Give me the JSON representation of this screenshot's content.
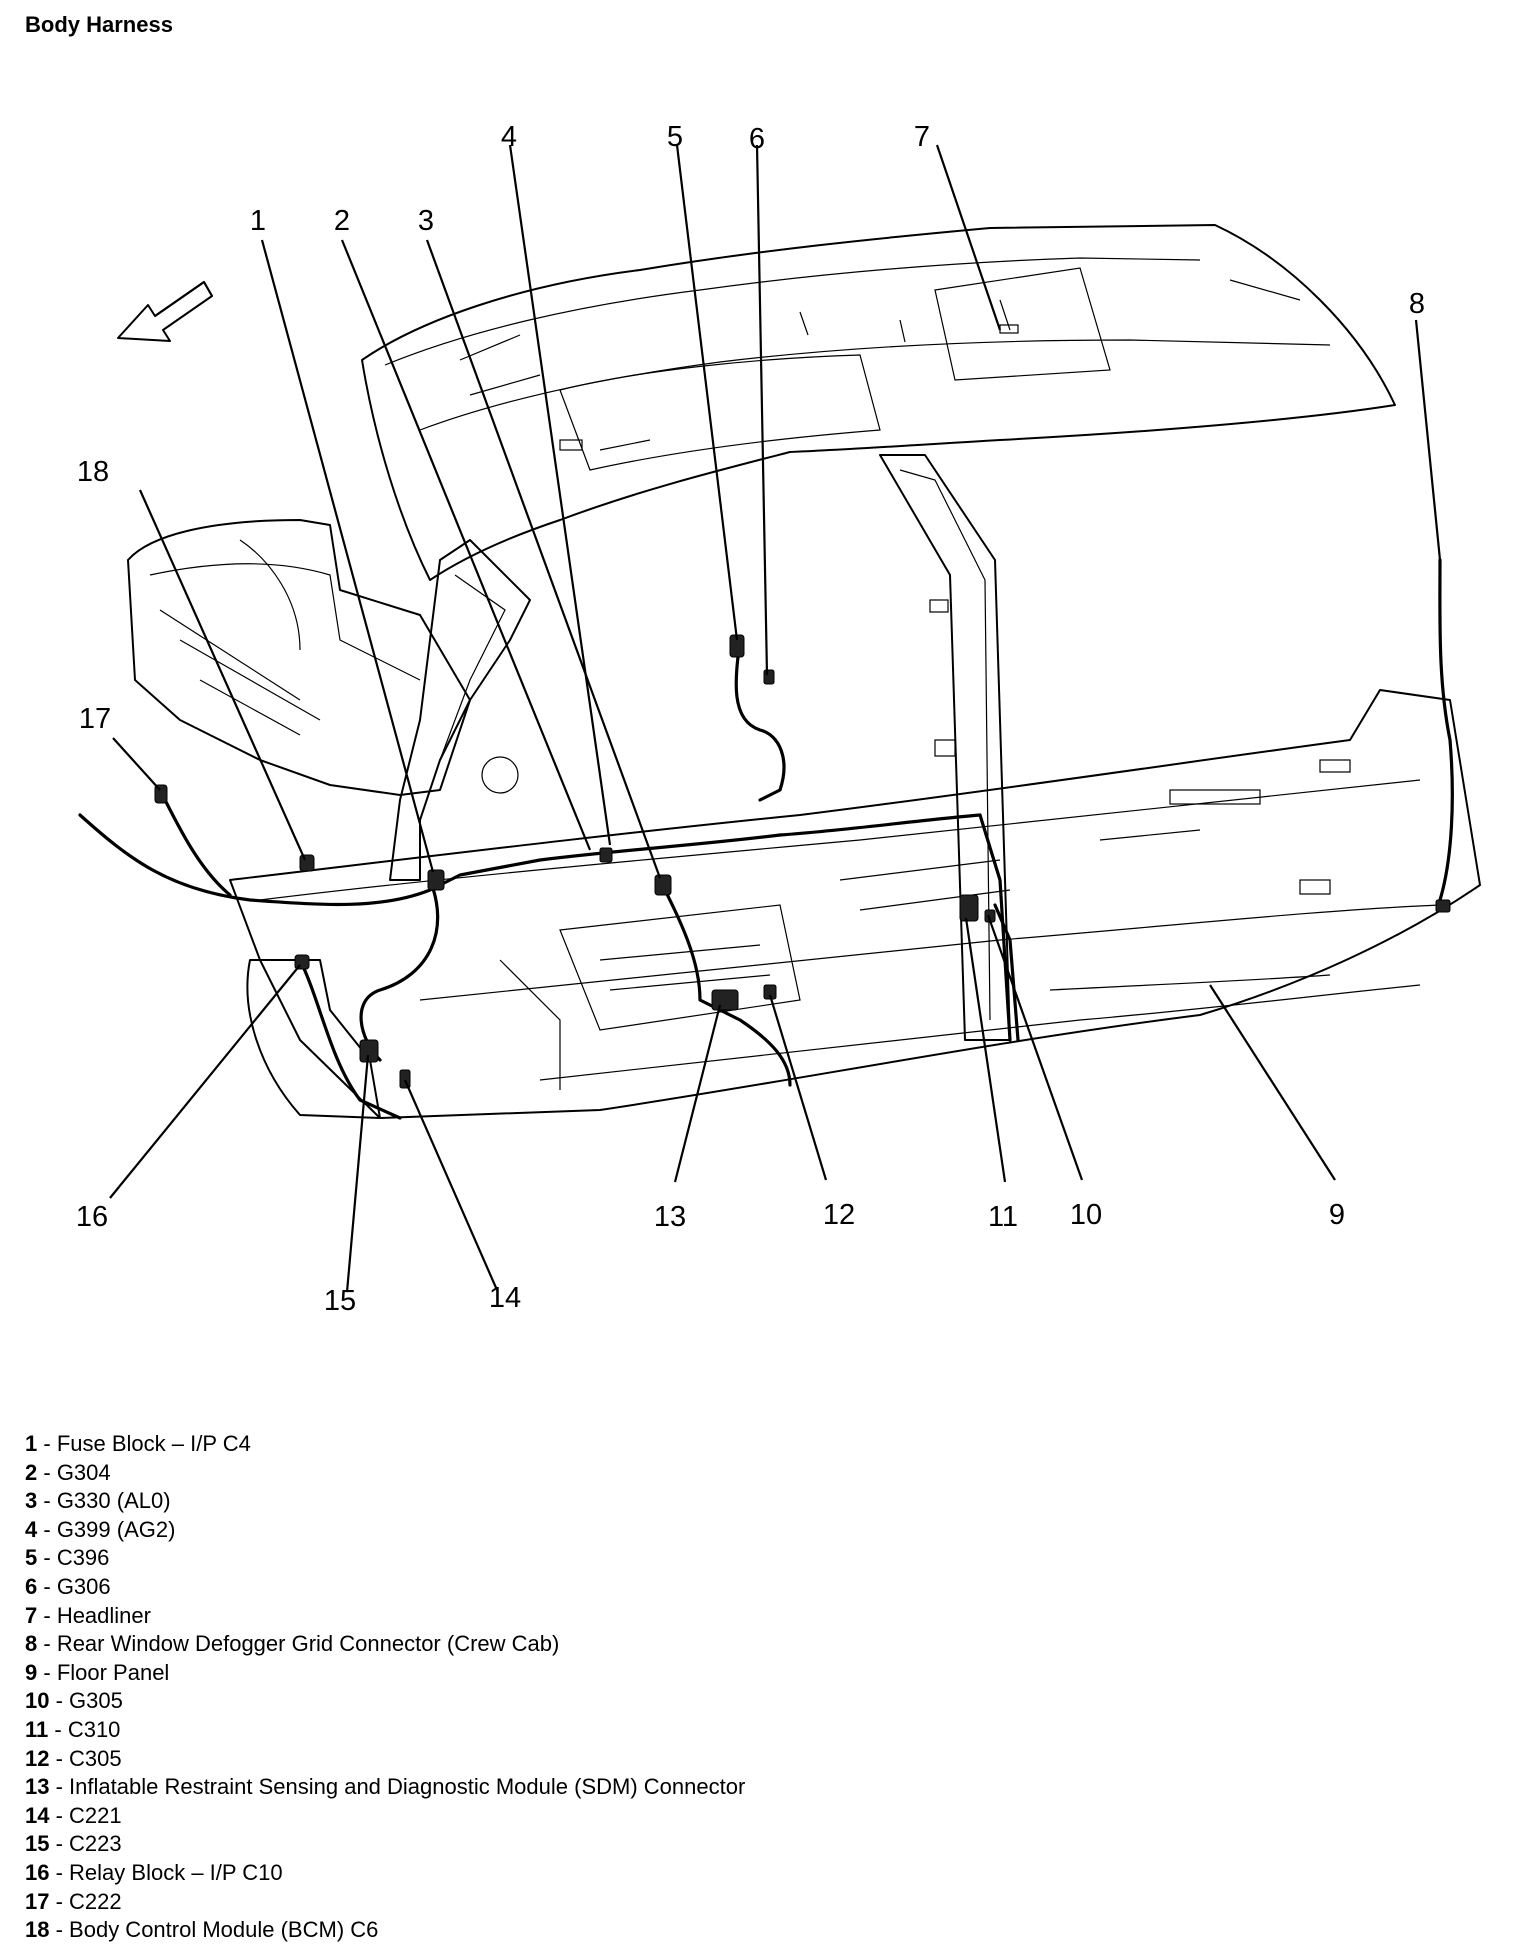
{
  "title": "Body Harness",
  "callouts": [
    "1",
    "2",
    "3",
    "4",
    "5",
    "6",
    "7",
    "8",
    "9",
    "10",
    "11",
    "12",
    "13",
    "14",
    "15",
    "16",
    "17",
    "18"
  ],
  "legend": [
    {
      "num": "1",
      "label": "Fuse Block – I/P C4"
    },
    {
      "num": "2",
      "label": "G304"
    },
    {
      "num": "3",
      "label": "G330 (AL0)"
    },
    {
      "num": "4",
      "label": "G399 (AG2)"
    },
    {
      "num": "5",
      "label": "C396"
    },
    {
      "num": "6",
      "label": "G306"
    },
    {
      "num": "7",
      "label": "Headliner"
    },
    {
      "num": "8",
      "label": "Rear Window Defogger Grid Connector (Crew Cab)"
    },
    {
      "num": "9",
      "label": "Floor Panel"
    },
    {
      "num": "10",
      "label": "G305"
    },
    {
      "num": "11",
      "label": "C310"
    },
    {
      "num": "12",
      "label": "C305"
    },
    {
      "num": "13",
      "label": "Inflatable Restraint Sensing and Diagnostic Module (SDM) Connector"
    },
    {
      "num": "14",
      "label": "C221"
    },
    {
      "num": "15",
      "label": "C223"
    },
    {
      "num": "16",
      "label": "Relay Block – I/P C10"
    },
    {
      "num": "17",
      "label": "C222"
    },
    {
      "num": "18",
      "label": "Body Control Module (BCM) C6"
    }
  ]
}
